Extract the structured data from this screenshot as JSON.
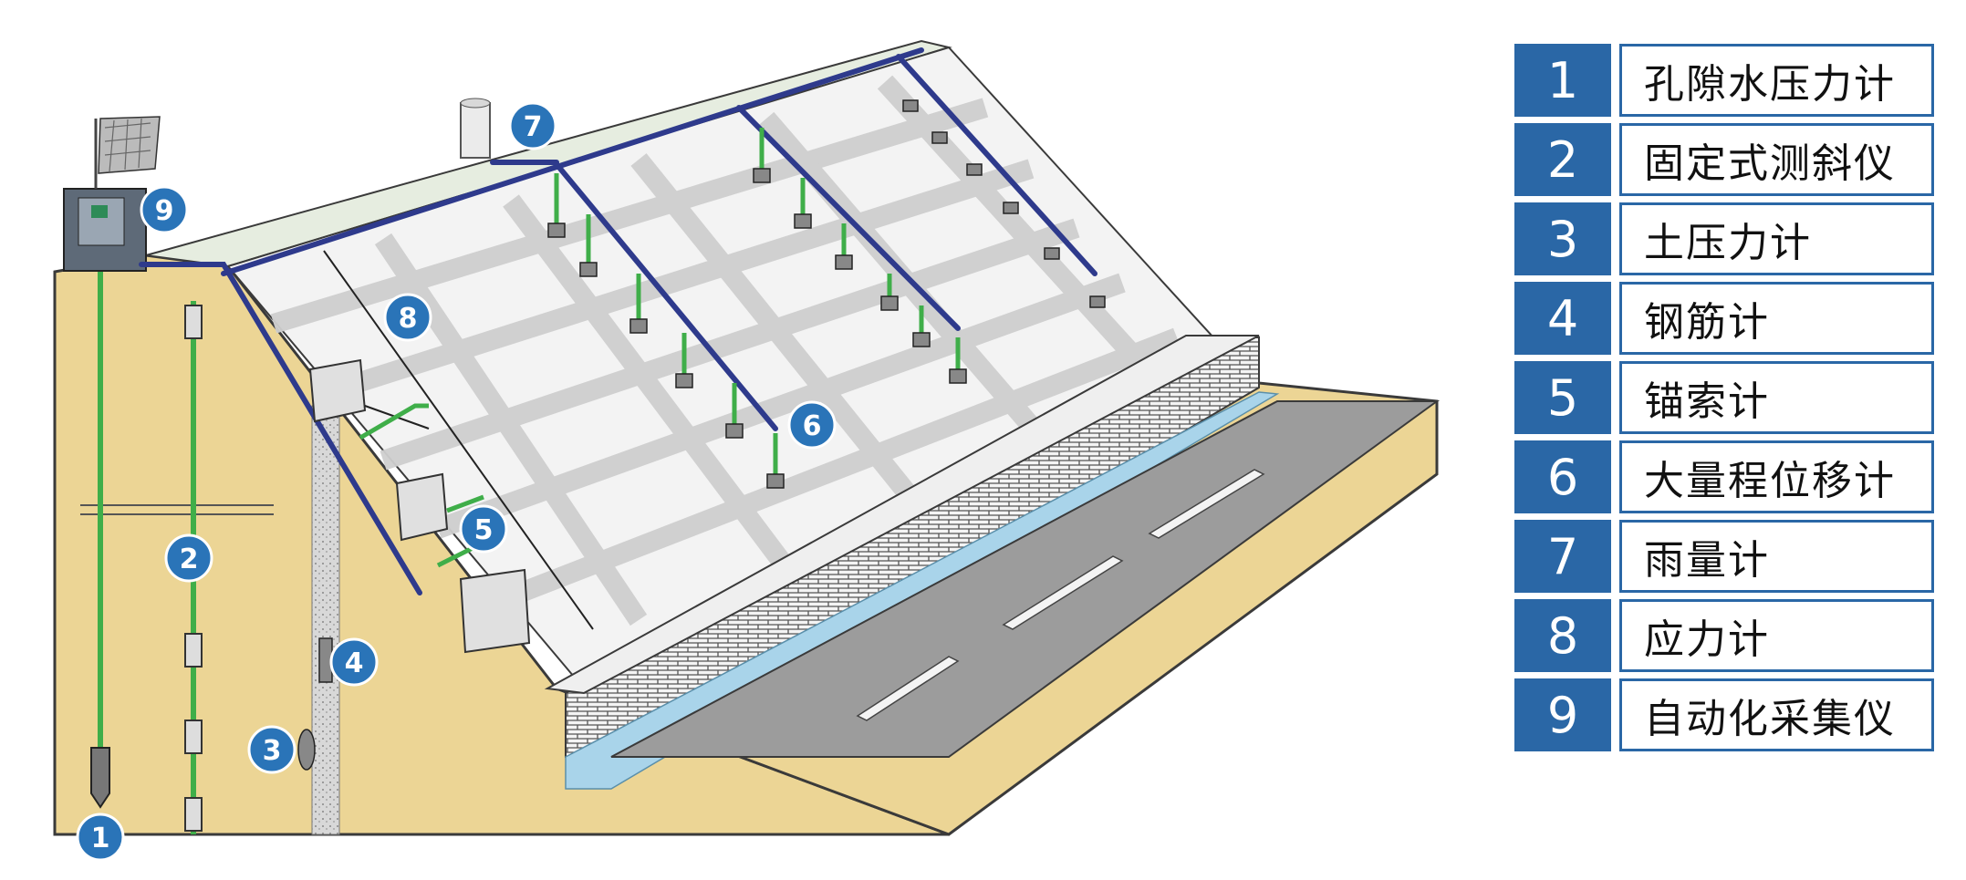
{
  "colors": {
    "soil": "#ecd595",
    "slope_fill": "#f2f2f2",
    "grid_beam": "#d0d0d0",
    "marker_blue": "#2a74b8",
    "cable_navy": "#2e3a8c",
    "sensor_green": "#3fae49",
    "road": "#9b9b9b",
    "ditch_water": "#a9d4ea",
    "legend_blue": "#2a67a6"
  },
  "markers": [
    {
      "id": 1,
      "label": "1",
      "icon": "piezometer-marker"
    },
    {
      "id": 2,
      "label": "2",
      "icon": "inclinometer-marker"
    },
    {
      "id": 3,
      "label": "3",
      "icon": "earth-pressure-cell-marker"
    },
    {
      "id": 4,
      "label": "4",
      "icon": "rebar-meter-marker"
    },
    {
      "id": 5,
      "label": "5",
      "icon": "anchor-cable-meter-marker"
    },
    {
      "id": 6,
      "label": "6",
      "icon": "displacement-meter-marker"
    },
    {
      "id": 7,
      "label": "7",
      "icon": "rain-gauge-marker"
    },
    {
      "id": 8,
      "label": "8",
      "icon": "stress-meter-marker"
    },
    {
      "id": 9,
      "label": "9",
      "icon": "data-logger-marker"
    }
  ],
  "legend": [
    {
      "num": "1",
      "label": "孔隙水压力计"
    },
    {
      "num": "2",
      "label": "固定式测斜仪"
    },
    {
      "num": "3",
      "label": "土压力计"
    },
    {
      "num": "4",
      "label": "钢筋计"
    },
    {
      "num": "5",
      "label": "锚索计"
    },
    {
      "num": "6",
      "label": "大量程位移计"
    },
    {
      "num": "7",
      "label": "雨量计"
    },
    {
      "num": "8",
      "label": "应力计"
    },
    {
      "num": "9",
      "label": "自动化采集仪"
    }
  ]
}
